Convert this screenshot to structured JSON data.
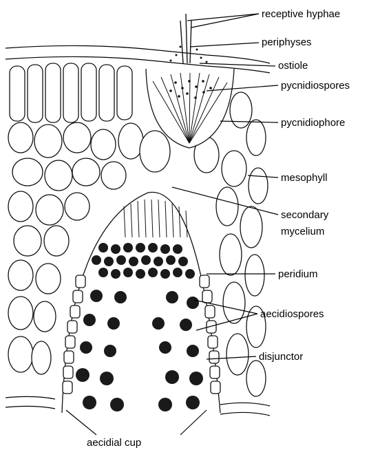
{
  "labels": {
    "receptive_hyphae": "receptive hyphae",
    "periphyses": "periphyses",
    "ostiole": "ostiole",
    "pycnidiospores": "pycnidiospores",
    "pycnidiophore": "pycnidiophore",
    "mesophyll": "mesophyll",
    "secondary_mycelium_line1": "secondary",
    "secondary_mycelium_line2": "mycelium",
    "peridium": "peridium",
    "aecidiospores": "aecidiospores",
    "disjunctor": "disjunctor",
    "aecidial_cup": "aecidial cup"
  }
}
